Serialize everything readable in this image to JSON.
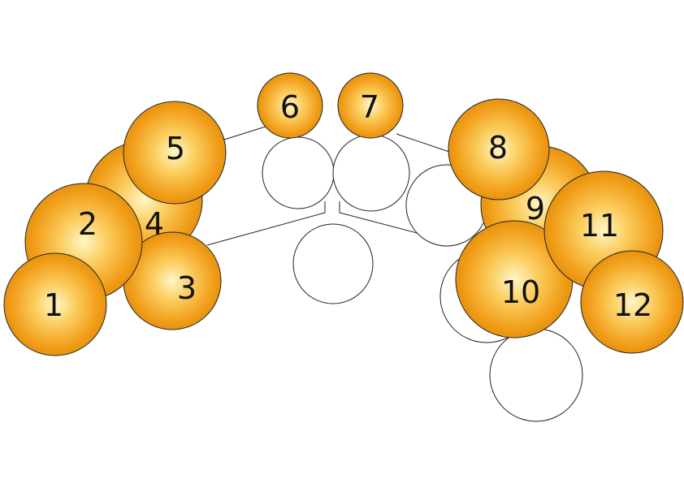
{
  "diagram": {
    "colors": {
      "accent": "#f2a01c",
      "accent_light": "#fff6c8",
      "accent_dark": "#e08a08",
      "outline": "#222222",
      "empty_fill": "#ffffff",
      "background": "#ffffff"
    },
    "labels": {
      "c1": "1",
      "c2": "2",
      "c3": "3",
      "c4": "4",
      "c5": "5",
      "c6": "6",
      "c7": "7",
      "c8": "8",
      "c9": "9",
      "c10": "10",
      "c11": "11",
      "c12": "12"
    }
  }
}
